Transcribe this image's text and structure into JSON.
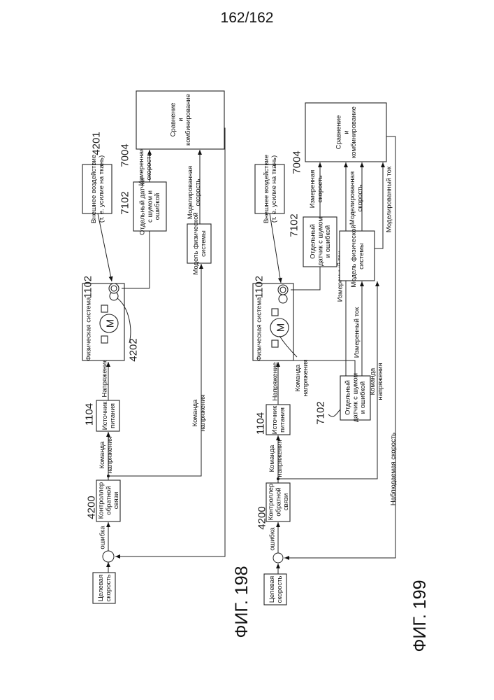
{
  "page_number": "162/162",
  "fig198": {
    "title": "ФИГ. 198",
    "target": [
      "Целевая",
      "скорость"
    ],
    "error": [
      "ошибка"
    ],
    "ref_controller": "4200",
    "controller": [
      "Контроллер",
      "обратной",
      "связи"
    ],
    "cmd1": [
      "Команда",
      "напряжения"
    ],
    "ref_power": "1104",
    "power": [
      "Источник",
      "питания"
    ],
    "voltage": [
      "Напряжение"
    ],
    "physical": [
      "Физическая система"
    ],
    "motor": "M",
    "ref_physical": "1102",
    "ref_gear": "4202",
    "cmd2": [
      "Команда",
      "напряжения"
    ],
    "model": [
      "Модель физической",
      "системы"
    ],
    "modeled_speed": [
      "Моделированная",
      "скорость"
    ],
    "sensor": [
      "Отдельный датчик",
      "с шумом и",
      "ошибкой"
    ],
    "ref_sensor": "7102",
    "measured_speed": [
      "Измеренная",
      "скорость"
    ],
    "external": [
      "Внешнее воздействие",
      "(т. е. усилие на ткань)"
    ],
    "ref_external": "4201",
    "compare": [
      "Сравнение",
      "и",
      "комбинирование"
    ],
    "ref_compare": "7004"
  },
  "fig199": {
    "title": "ФИГ. 199",
    "target": [
      "Целевая",
      "скорость"
    ],
    "error": [
      "ошибка"
    ],
    "ref_controller": "4200",
    "controller": [
      "Контроллер",
      "обратной",
      "связи"
    ],
    "cmd1": [
      "Команда",
      "напряжения"
    ],
    "ref_power": "1104",
    "power": [
      "Источник",
      "питания"
    ],
    "voltage": [
      "Напряжение"
    ],
    "physical": [
      "Физическая система"
    ],
    "motor": "M",
    "ref_physical": "1102",
    "cmd_side": [
      "Команда",
      "напряжения"
    ],
    "sensor2": [
      "Отдельный",
      "датчик с шумом",
      "и ошибкой"
    ],
    "ref_sensor2": "7102",
    "measured_current_1": [
      "Измеренный ток"
    ],
    "measured_current_2": [
      "Измеренный ток"
    ],
    "cmd2": [
      "Команда",
      "напряжения"
    ],
    "model": [
      "Модель физической",
      "системы"
    ],
    "observed_speed": [
      "Наблюдаемая скорость"
    ],
    "sensor": [
      "Отдельный",
      "датчик с шумом",
      "и ошибкой"
    ],
    "ref_sensor": "7102",
    "measured_speed": [
      "Измеренная",
      "скорость"
    ],
    "modeled_speed": [
      "Моделированная",
      "скорость"
    ],
    "modeled_current": [
      "Моделированный ток"
    ],
    "external": [
      "Внешнее воздействие",
      "(т. е. усилие на ткань)"
    ],
    "compare": [
      "Сравнение",
      "и",
      "комбинирование"
    ],
    "ref_compare": "7004"
  }
}
